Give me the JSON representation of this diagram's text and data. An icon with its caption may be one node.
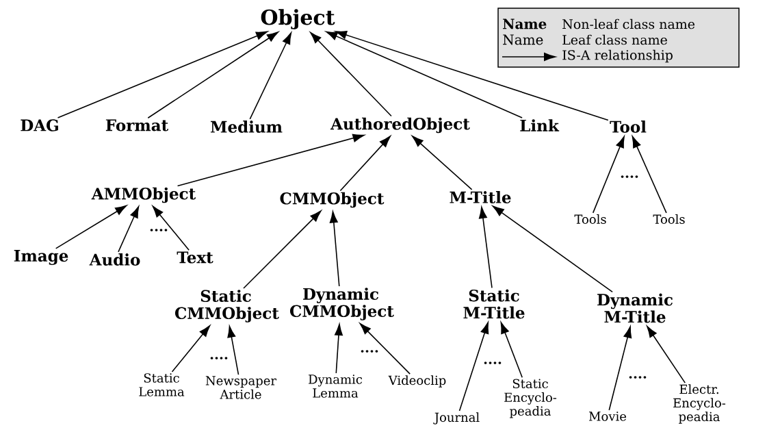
{
  "diagram": {
    "nodes": [
      {
        "text": [
          "Object"
        ]
      },
      {
        "text": [
          "DAG"
        ]
      },
      {
        "text": [
          "Format"
        ]
      },
      {
        "text": [
          "Medium"
        ]
      },
      {
        "text": [
          "AuthoredObject"
        ]
      },
      {
        "text": [
          "Link"
        ]
      },
      {
        "text": [
          "Tool"
        ]
      },
      {
        "text": [
          "AMMObject"
        ]
      },
      {
        "text": [
          "CMMObject"
        ]
      },
      {
        "text": [
          "M-Title"
        ]
      },
      {
        "text": [
          "Tools"
        ]
      },
      {
        "text": [
          "Tools"
        ]
      },
      {
        "text": [
          "Image"
        ]
      },
      {
        "text": [
          "Audio"
        ]
      },
      {
        "text": [
          "Text"
        ]
      },
      {
        "text": [
          "Static CMMObject"
        ]
      },
      {
        "text": [
          "Dynamic CMMObject"
        ]
      },
      {
        "text": [
          "Static M-Title"
        ]
      },
      {
        "text": [
          "Dynamic M-Title"
        ]
      },
      {
        "text": [
          "Static Lemma"
        ]
      },
      {
        "text": [
          "Newspaper Article"
        ]
      },
      {
        "text": [
          "Dynamic Lemma"
        ]
      },
      {
        "text": [
          "Videoclip"
        ]
      },
      {
        "text": [
          "Journal"
        ]
      },
      {
        "text": [
          "Static Encyclo-peadia"
        ]
      },
      {
        "text": [
          "Movie"
        ]
      },
      {
        "text": [
          "Electr. Encyclo-peadia"
        ]
      }
    ],
    "edges": [
      {
        "from": 1,
        "to": 0,
        "arrow": "to"
      },
      {
        "from": 2,
        "to": 0,
        "arrow": "to"
      },
      {
        "from": 3,
        "to": 0,
        "arrow": "to"
      },
      {
        "from": 4,
        "to": 0,
        "arrow": "to"
      },
      {
        "from": 5,
        "to": 0,
        "arrow": "to"
      },
      {
        "from": 6,
        "to": 0,
        "arrow": "to"
      },
      {
        "from": 7,
        "to": 4,
        "arrow": "to"
      },
      {
        "from": 8,
        "to": 4,
        "arrow": "to"
      },
      {
        "from": 9,
        "to": 4,
        "arrow": "to"
      },
      {
        "from": 10,
        "to": 6,
        "arrow": "to"
      },
      {
        "from": 11,
        "to": 6,
        "arrow": "to"
      },
      {
        "from": 12,
        "to": 7,
        "arrow": "to"
      },
      {
        "from": 13,
        "to": 7,
        "arrow": "to"
      },
      {
        "from": 14,
        "to": 7,
        "arrow": "to"
      },
      {
        "from": 15,
        "to": 8,
        "arrow": "to"
      },
      {
        "from": 16,
        "to": 8,
        "arrow": "to"
      },
      {
        "from": 17,
        "to": 9,
        "arrow": "to"
      },
      {
        "from": 18,
        "to": 9,
        "arrow": "to"
      },
      {
        "from": 19,
        "to": 15,
        "arrow": "to"
      },
      {
        "from": 20,
        "to": 15,
        "arrow": "to"
      },
      {
        "from": 21,
        "to": 16,
        "arrow": "to"
      },
      {
        "from": 22,
        "to": 16,
        "arrow": "to"
      },
      {
        "from": 23,
        "to": 17,
        "arrow": "to"
      },
      {
        "from": 24,
        "to": 17,
        "arrow": "to"
      },
      {
        "from": 25,
        "to": 18,
        "arrow": "to"
      },
      {
        "from": 26,
        "to": 18,
        "arrow": "to"
      }
    ],
    "labels": [
      "Name",
      "Name",
      "....",
      "....",
      "....",
      "....",
      "....",
      "...."
    ],
    "legend": [
      {
        "text": "Non-leaf class name"
      },
      {
        "text": "Leaf class name"
      },
      {
        "text": "IS-A relationship"
      }
    ]
  }
}
